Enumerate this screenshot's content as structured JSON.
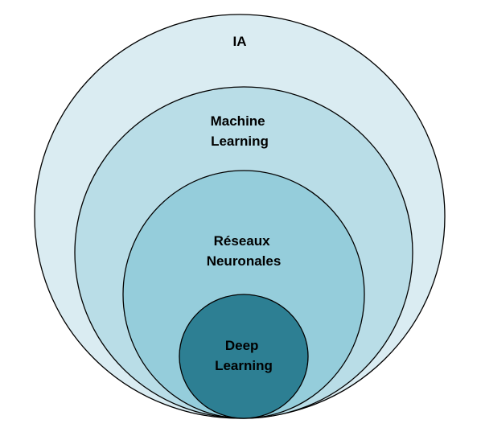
{
  "diagram": {
    "type": "nested-circles",
    "levels": [
      {
        "lines": [
          "IA"
        ],
        "fill": "#DAECF2",
        "text_color": "#000000"
      },
      {
        "lines": [
          "Machine",
          "Learning"
        ],
        "fill": "#B9DDE7",
        "text_color": "#000000"
      },
      {
        "lines": [
          "Réseaux",
          "Neuronales"
        ],
        "fill": "#95CDDB",
        "text_color": "#000000"
      },
      {
        "lines": [
          "Deep",
          "Learning"
        ],
        "fill": "#2D7F93",
        "text_color": "#000000"
      }
    ]
  }
}
